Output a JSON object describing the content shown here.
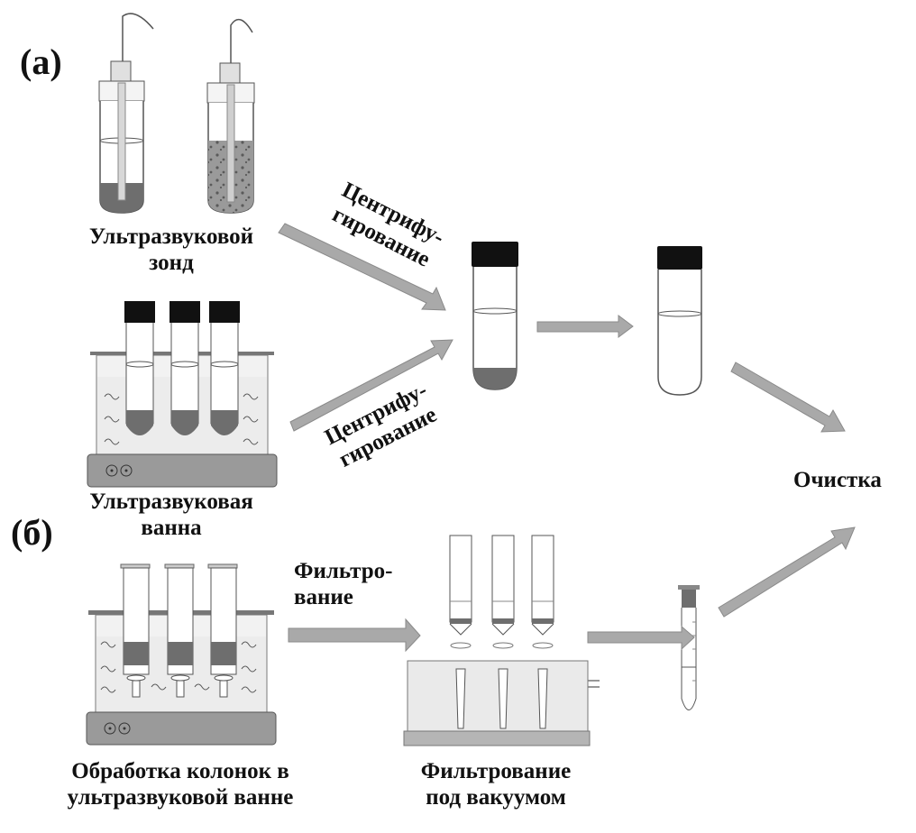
{
  "panels": {
    "a": "(а)",
    "b": "(б)"
  },
  "labels": {
    "probe_line1": "Ультразвуковой",
    "probe_line2": "зонд",
    "bath_line1": "Ультразвуковая",
    "bath_line2": "ванна",
    "centrifuge_top_line1": "Центрифу-",
    "centrifuge_top_line2": "гирование",
    "centrifuge_bottom_line1": "Центрифу-",
    "centrifuge_bottom_line2": "гирование",
    "purification": "Очистка",
    "filtration_line1": "Фильтро-",
    "filtration_line2": "вание",
    "column_treatment_line1": "Обработка колонок в",
    "column_treatment_line2": "ультразвуковой ванне",
    "vacuum_filtration_line1": "Фильтрование",
    "vacuum_filtration_line2": "под вакуумом"
  },
  "colors": {
    "arrow_fill": "#a9a9a9",
    "arrow_stroke": "#8a8a8a",
    "sediment": "#6e6e6e",
    "cap": "#111111",
    "bath_base": "#9a9a9a",
    "bath_liquid": "#ececec"
  }
}
